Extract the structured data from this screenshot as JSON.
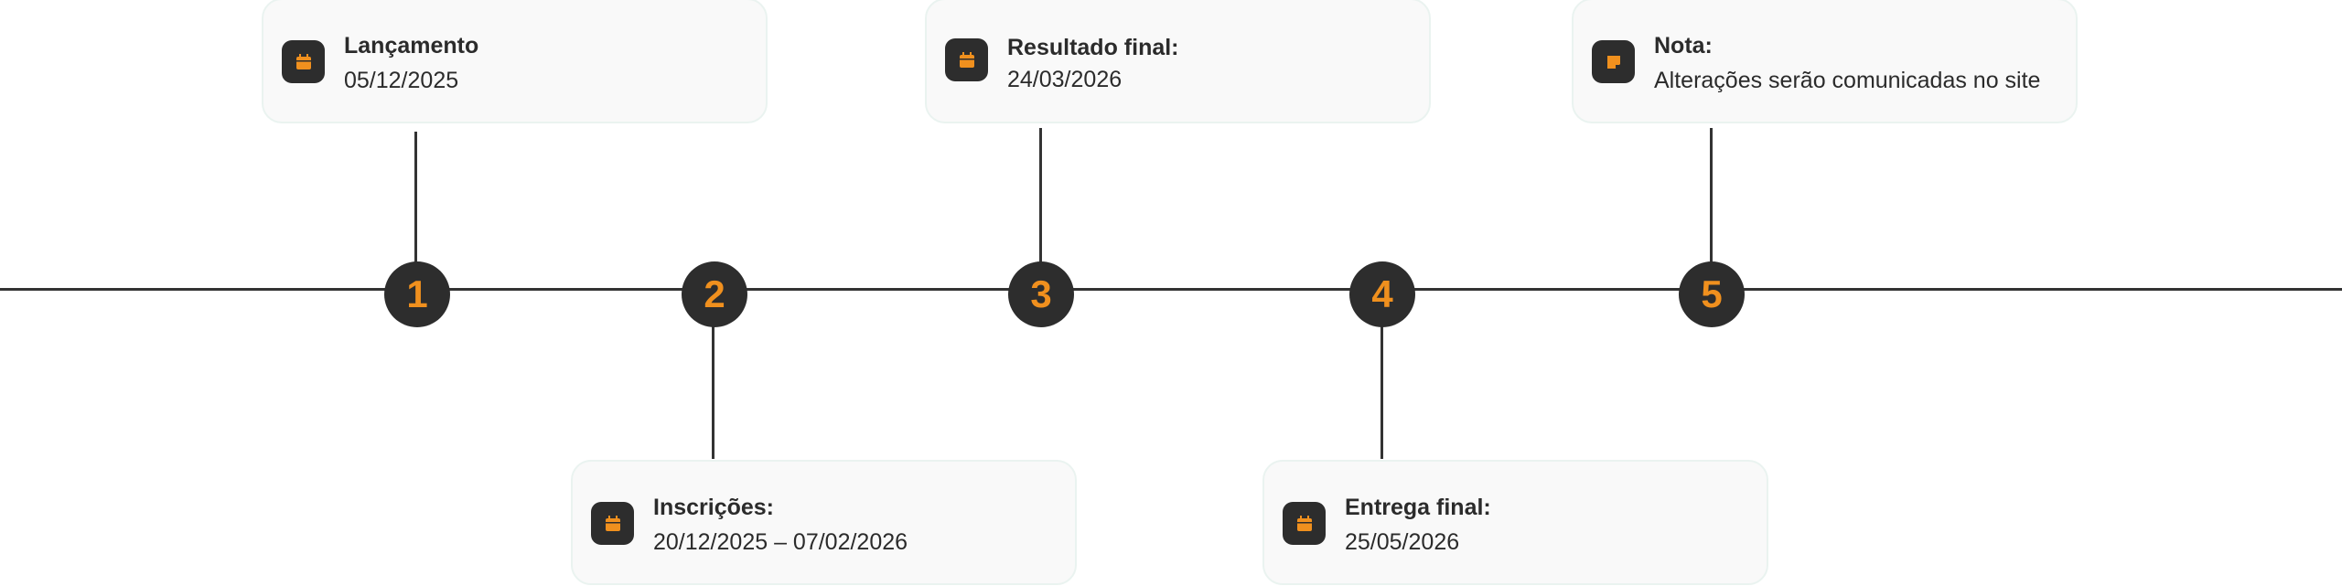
{
  "colors": {
    "accent": "#f0901e",
    "node": "#2d2d2d",
    "line": "#333333",
    "card_bg": "#f9f9f9"
  },
  "milestones": [
    {
      "number": "1",
      "title": "Lançamento",
      "value": "05/12/2025",
      "icon": "calendar-icon"
    },
    {
      "number": "2",
      "title": "Inscrições:",
      "value": "20/12/2025 – 07/02/2026",
      "icon": "calendar-icon"
    },
    {
      "number": "3",
      "title": "Resultado final:",
      "value": "24/03/2026",
      "icon": "calendar-icon"
    },
    {
      "number": "4",
      "title": "Entrega final:",
      "value": "25/05/2026",
      "icon": "calendar-icon"
    },
    {
      "number": "5",
      "title": "Nota:",
      "value": "Alterações serão comunicadas no site",
      "icon": "sticky-note-icon"
    }
  ]
}
